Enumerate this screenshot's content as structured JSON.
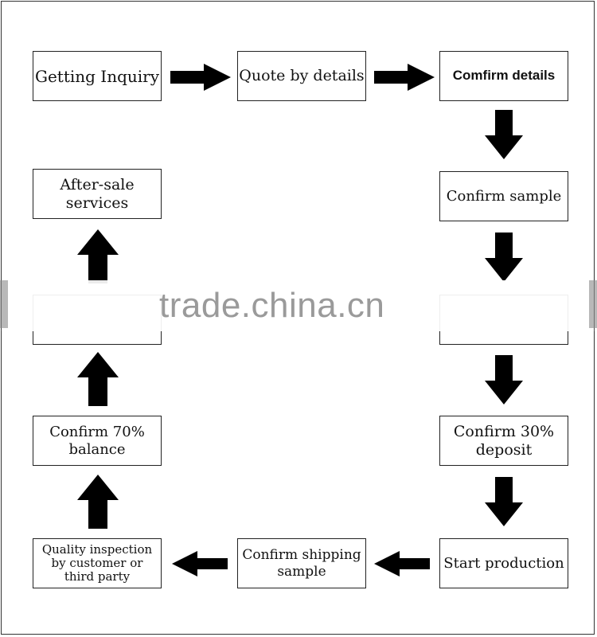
{
  "steps": {
    "getting_inquiry": "Getting Inquiry",
    "quote_by_details": "Quote by details",
    "comfirm_details": "Comfirm details",
    "confirm_sample": "Confirm sample",
    "confirm_30_deposit": "Confirm 30%\ndeposit",
    "start_production": "Start production",
    "confirm_shipping_sample": "Confirm shipping\nsample",
    "quality_inspection": "Quality inspection\nby customer or\nthird party",
    "confirm_70_balance": "Confirm 70%\nbalance",
    "after_sale_services": "After-sale\nservices"
  },
  "watermark": {
    "text": "trade.china.cn"
  },
  "colors": {
    "arrow": "#000000",
    "border": "#222222",
    "watermark": "#9a9a9a"
  }
}
